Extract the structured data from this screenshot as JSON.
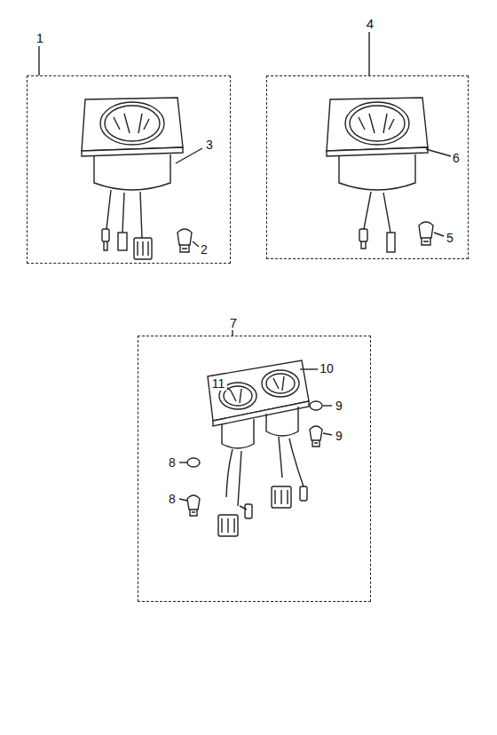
{
  "diagram": {
    "nodes": [
      {
        "text": [
          "1"
        ]
      },
      {
        "text": [
          "4"
        ]
      },
      {
        "text": [
          "7"
        ]
      }
    ],
    "labels": [
      "3",
      "2",
      "6",
      "5",
      "10",
      "11",
      "9",
      "9",
      "8",
      "8"
    ]
  }
}
